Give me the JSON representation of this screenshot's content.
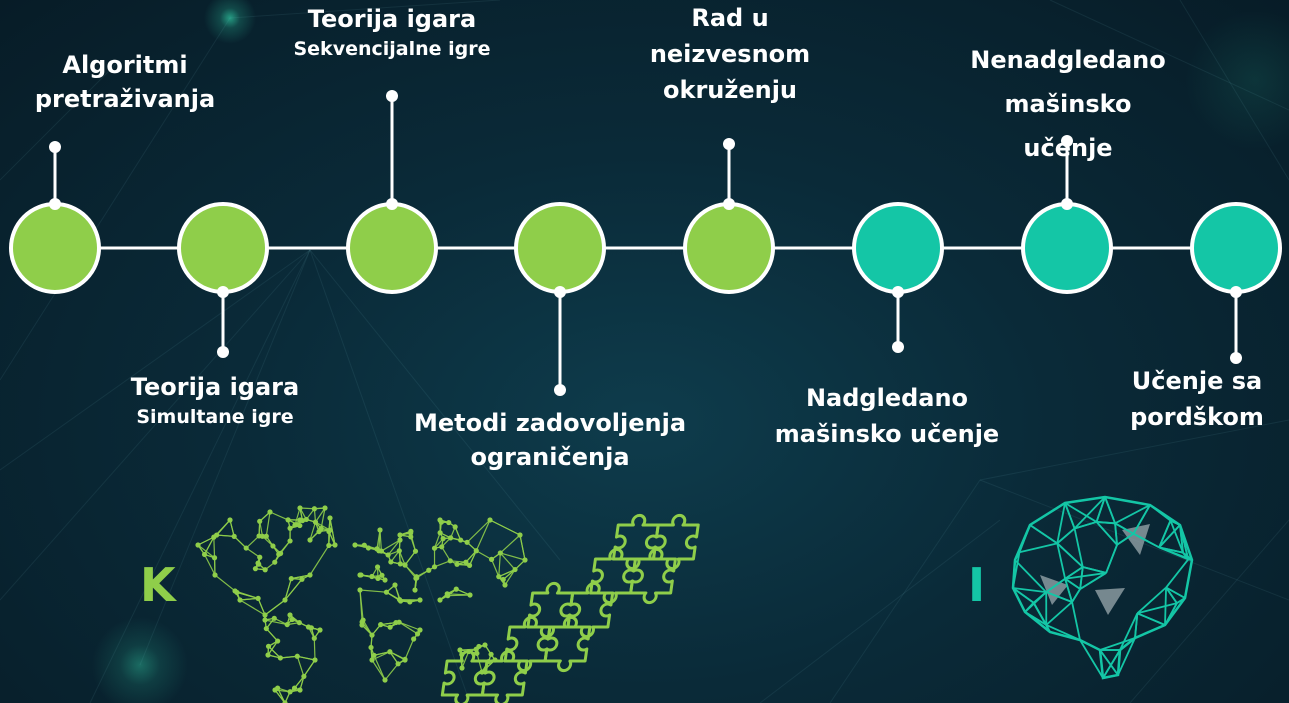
{
  "timeline": {
    "nodes": [
      {
        "title": "Algoritmi\npretraživanja",
        "subtitle": "",
        "position": "above",
        "color": "#8fce4a"
      },
      {
        "title": "Teorija igara",
        "subtitle": "Simultane igre",
        "position": "below",
        "color": "#8fce4a"
      },
      {
        "title": "Teorija igara",
        "subtitle": "Sekvencijalne igre",
        "position": "above",
        "color": "#8fce4a"
      },
      {
        "title": "Metodi zadovoljenja\nograničenja",
        "subtitle": "",
        "position": "below",
        "color": "#8fce4a"
      },
      {
        "title": "Rad u\nneizvesnom\nokruženju",
        "subtitle": "",
        "position": "above",
        "color": "#8fce4a"
      },
      {
        "title": "Nadgledano\nmašinsko učenje",
        "subtitle": "",
        "position": "below",
        "color": "#14c6a6"
      },
      {
        "title": "Nenadgledano\nmašinsko učenje",
        "subtitle": "",
        "position": "above",
        "color": "#14c6a6"
      },
      {
        "title": "Učenje sa\npordškom",
        "subtitle": "",
        "position": "below",
        "color": "#14c6a6"
      }
    ]
  },
  "logo": {
    "letter_left": "K",
    "letter_right": "I",
    "color_left": "#8fce4a",
    "color_right": "#14c6a6"
  },
  "colors": {
    "green": "#8fce4a",
    "teal": "#14c6a6",
    "line": "#ffffff"
  },
  "icons": [
    "world-map-network-icon",
    "puzzle-pieces-icon",
    "brain-network-icon"
  ]
}
